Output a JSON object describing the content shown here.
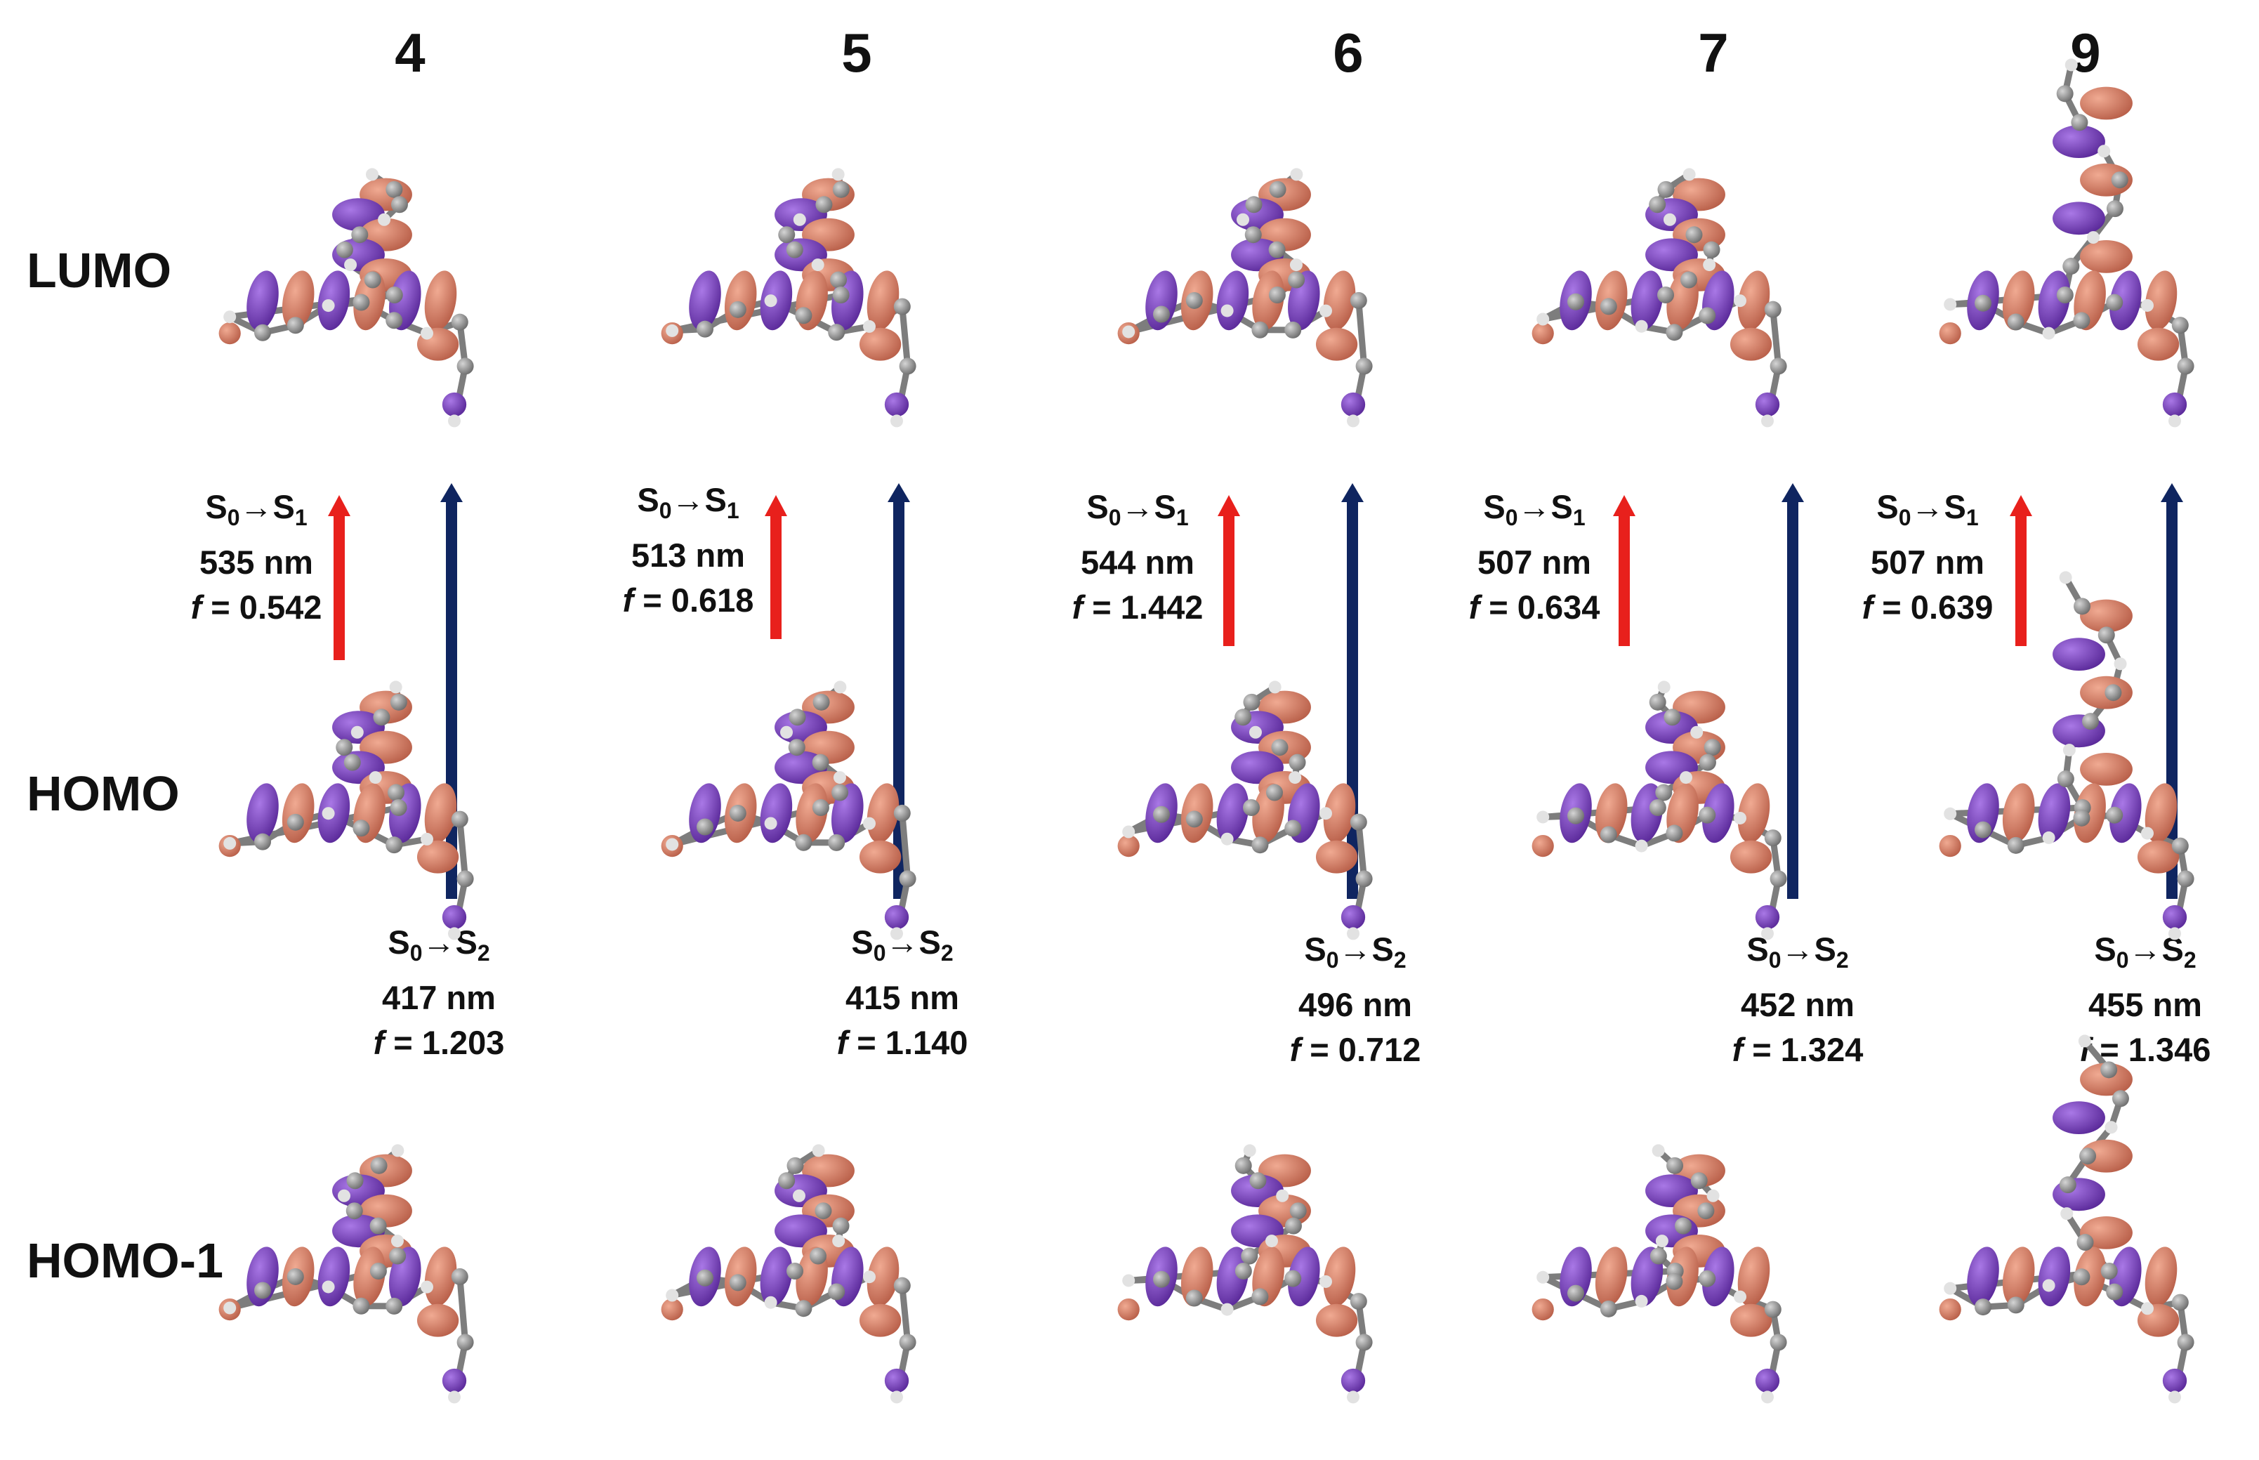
{
  "compounds": [
    {
      "id": "4",
      "t1": {
        "label": "S",
        "s0": "0",
        "arrow": "→",
        "s1": "1",
        "nm": "535 nm",
        "f_val": "= 0.542"
      },
      "t2": {
        "label": "S",
        "s0": "0",
        "arrow": "→",
        "s1": "2",
        "nm": "417 nm",
        "f_val": "= 1.203"
      }
    },
    {
      "id": "5",
      "t1": {
        "label": "S",
        "s0": "0",
        "arrow": "→",
        "s1": "1",
        "nm": "513 nm",
        "f_val": "= 0.618"
      },
      "t2": {
        "label": "S",
        "s0": "0",
        "arrow": "→",
        "s1": "2",
        "nm": "415 nm",
        "f_val": "= 1.140"
      }
    },
    {
      "id": "6",
      "t1": {
        "label": "S",
        "s0": "0",
        "arrow": "→",
        "s1": "1",
        "nm": "544 nm",
        "f_val": "= 1.442"
      },
      "t2": {
        "label": "S",
        "s0": "0",
        "arrow": "→",
        "s1": "2",
        "nm": "496 nm",
        "f_val": "= 0.712"
      }
    },
    {
      "id": "7",
      "t1": {
        "label": "S",
        "s0": "0",
        "arrow": "→",
        "s1": "1",
        "nm": "507 nm",
        "f_val": "= 0.634"
      },
      "t2": {
        "label": "S",
        "s0": "0",
        "arrow": "→",
        "s1": "2",
        "nm": "452 nm",
        "f_val": "= 1.324"
      }
    },
    {
      "id": "9",
      "t1": {
        "label": "S",
        "s0": "0",
        "arrow": "→",
        "s1": "1",
        "nm": "507 nm",
        "f_val": "= 0.639"
      },
      "t2": {
        "label": "S",
        "s0": "0",
        "arrow": "→",
        "s1": "2",
        "nm": "455 nm",
        "f_val": "= 1.346"
      }
    }
  ],
  "rows": {
    "lumo": "LUMO",
    "homo": "HOMO",
    "homo1": "HOMO-1"
  },
  "f_symbol": "f",
  "colors": {
    "s1_arrow": "#e8201c",
    "s2_arrow": "#0f2560",
    "lobe_purple": "#7a3fc0",
    "lobe_salmon": "#d9826a",
    "atom_grey": "#8a8a8a",
    "atom_white": "#dedede",
    "oxygen": "#d21f1f",
    "nitrogen": "#1a2bb0"
  },
  "icons": {
    "s1_arrow": "red-up-arrow-icon",
    "s2_arrow": "navy-up-arrow-icon"
  }
}
